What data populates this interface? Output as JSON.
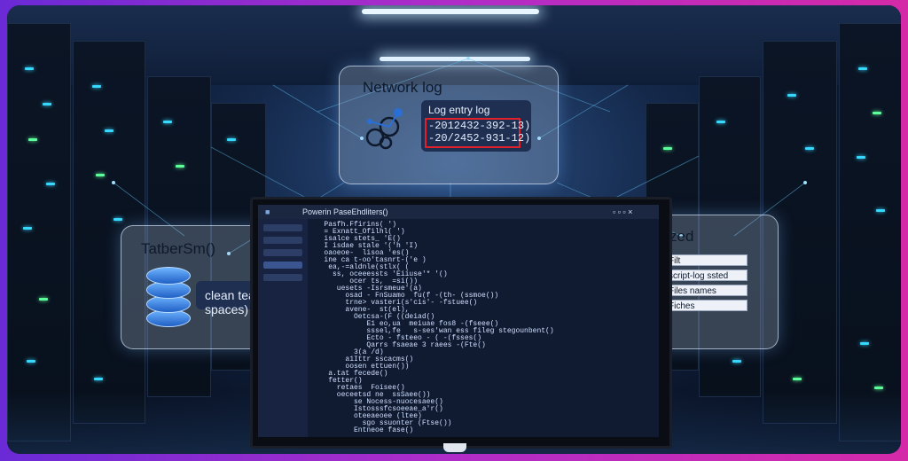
{
  "network_card": {
    "title": "Network log",
    "box_label": "Log entry log",
    "lines": [
      "-2012432-392-13)",
      "-20/2452-931-12)"
    ]
  },
  "function_card": {
    "title": "TatberSm()",
    "label": "clean teailing spaces)"
  },
  "files_card": {
    "title": "Fileste organized",
    "items": [
      "Filt",
      "script-log ssted",
      "Files names",
      "Fiches"
    ]
  },
  "editor": {
    "tab_title": "Powerin PaseEhdliters()",
    "code_lines": [
      "   Pasfh.Ffirins( ')",
      "   = Exnatt_Ofilhl( ')",
      "   isalce stets_ 'E()",
      "   I isdae stale '('h 'I)",
      "   oaoeoe-  lisoa 'es()",
      "   ine ca t-oo'tasnrt-('e )",
      "    ea,-=aldnle(stlx( (",
      "     ss, oceeessts 'Eiiuse'* '()",
      "         ocer ts,  =si())",
      "      uesets -Isrsmeue'(a)",
      "        osad - FnSuamo  fu(f -(th- (ssmoe())",
      "        trne> vasteri(s'cis'- -fstuee()",
      "        avene-  st(el),",
      "          Oetcsa-(F ((deiad()",
      "             E1 eo,ua  meiuae fos8 -(fseee()",
      "             sssel,fe   s-ses'wan ess fileg stegounbent()",
      "             Ecto - fsteeo - ( -(fsses()",
      "             Qarrs fsaeae 3 raees -(Fte()",
      "          3(a /d)",
      "        a1Ittr sscacms()",
      "        oosen ettuen())",
      "    a.tat fecede()",
      "    fetter()",
      "      retaes  Foisee()",
      "      oeceetsd ne  ssSaee())",
      "          se Nocess-nuocesaee()",
      "          Istosssfcsoeeae_a'r()",
      "          oteeaeoee (ltee)",
      "            sgo ssuonter (Ftse())",
      "          Entneoe fase()"
    ]
  }
}
